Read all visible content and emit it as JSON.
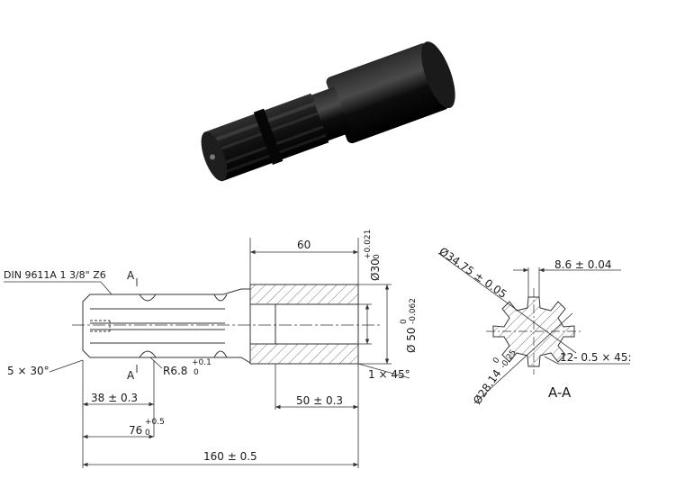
{
  "colors": {
    "ink": "#2b2b2b",
    "shaft": "#111111",
    "hatch": "#555555",
    "paper": "#ffffff"
  },
  "labels": {
    "spline_spec": "DIN 9611A  1 3/8\"  Z6",
    "section_letter": "A",
    "chamfer_left": "5 × 30°",
    "radius": "R6.8",
    "radius_tol_upper": "+0.1",
    "radius_tol_lower": "0",
    "len_38": "38 ± 0.3",
    "len_76": "76",
    "len_76_tol_upper": "+0.5",
    "len_76_tol_lower": "0",
    "len_160": "160 ± 0.5",
    "len_60": "60",
    "len_50": "50 ± 0.3",
    "chamfer_right": "1 × 45°",
    "dia_30": "Ø30",
    "dia_30_tol_upper": "+0.021",
    "dia_30_tol_lower": "0",
    "dia_50": "Ø 50",
    "dia_50_tol_upper": "0",
    "dia_50_tol_lower": "-0.062",
    "dia_34": "Ø34.75 ± 0.05",
    "width_86": "8.6 ± 0.04",
    "dia_28": "Ø28.14",
    "dia_28_tol_upper": "0",
    "dia_28_tol_lower": "-0.25",
    "chamfer_spline": "12- 0.5 × 45:",
    "section_title": "A-A"
  }
}
